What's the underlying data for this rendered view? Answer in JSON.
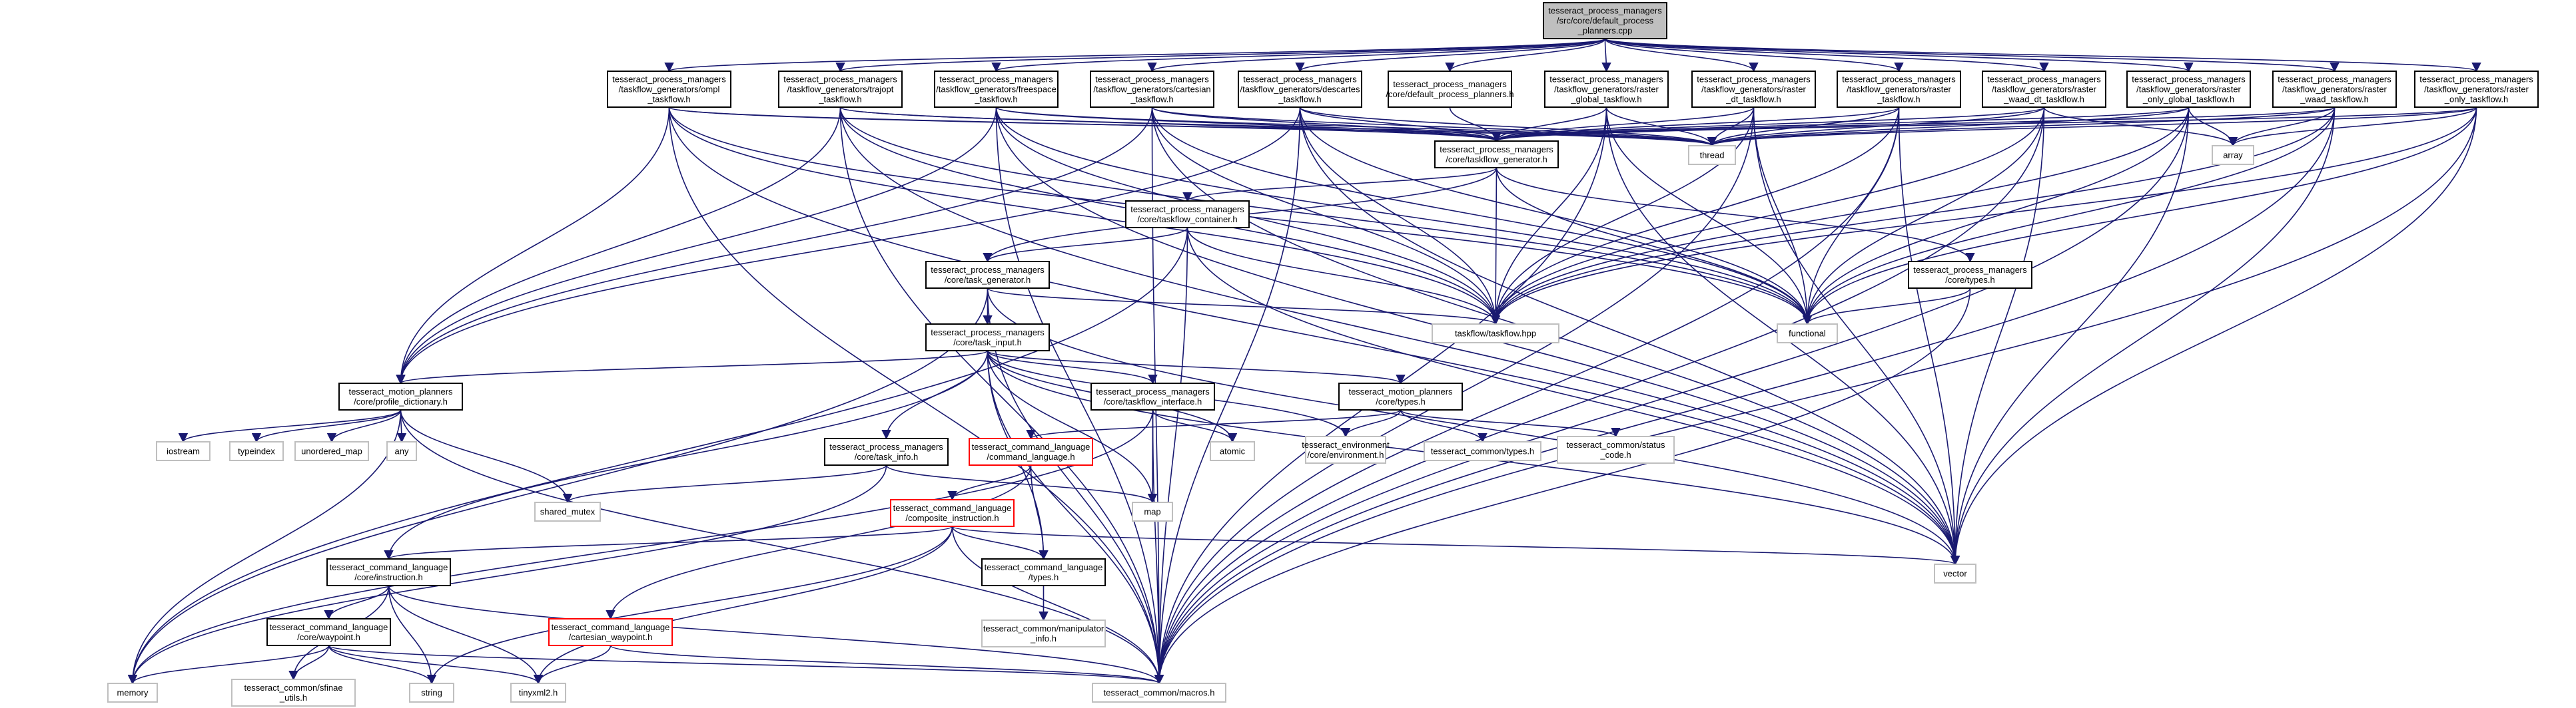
{
  "title": "Include dependency graph for default_process_planners.cpp",
  "colors": {
    "edge": "#191970",
    "root_fill": "#bfbfbf",
    "missing_border": "#ff0000",
    "external_border": "#bfbfbf"
  },
  "nodes": {
    "root": {
      "lines": [
        "tesseract_process_managers",
        "/src/core/default_process",
        "_planners.cpp"
      ],
      "kind": "root"
    },
    "ompl": {
      "lines": [
        "tesseract_process_managers",
        "/taskflow_generators/ompl",
        "_taskflow.h"
      ],
      "kind": "normal"
    },
    "trajopt": {
      "lines": [
        "tesseract_process_managers",
        "/taskflow_generators/trajopt",
        "_taskflow.h"
      ],
      "kind": "normal"
    },
    "freespace": {
      "lines": [
        "tesseract_process_managers",
        "/taskflow_generators/freespace",
        "_taskflow.h"
      ],
      "kind": "normal"
    },
    "cartesian": {
      "lines": [
        "tesseract_process_managers",
        "/taskflow_generators/cartesian",
        "_taskflow.h"
      ],
      "kind": "normal"
    },
    "descartes": {
      "lines": [
        "tesseract_process_managers",
        "/taskflow_generators/descartes",
        "_taskflow.h"
      ],
      "kind": "normal"
    },
    "dpp": {
      "lines": [
        "tesseract_process_managers",
        "/core/default_process_planners.h"
      ],
      "kind": "normal"
    },
    "rgt": {
      "lines": [
        "tesseract_process_managers",
        "/taskflow_generators/raster",
        "_global_taskflow.h"
      ],
      "kind": "normal"
    },
    "rdt": {
      "lines": [
        "tesseract_process_managers",
        "/taskflow_generators/raster",
        "_dt_taskflow.h"
      ],
      "kind": "normal"
    },
    "rt": {
      "lines": [
        "tesseract_process_managers",
        "/taskflow_generators/raster",
        "_taskflow.h"
      ],
      "kind": "normal"
    },
    "rwdt": {
      "lines": [
        "tesseract_process_managers",
        "/taskflow_generators/raster",
        "_waad_dt_taskflow.h"
      ],
      "kind": "normal"
    },
    "rogt": {
      "lines": [
        "tesseract_process_managers",
        "/taskflow_generators/raster",
        "_only_global_taskflow.h"
      ],
      "kind": "normal"
    },
    "rwt": {
      "lines": [
        "tesseract_process_managers",
        "/taskflow_generators/raster",
        "_waad_taskflow.h"
      ],
      "kind": "normal"
    },
    "rot": {
      "lines": [
        "tesseract_process_managers",
        "/taskflow_generators/raster",
        "_only_taskflow.h"
      ],
      "kind": "normal"
    },
    "tgen": {
      "lines": [
        "tesseract_process_managers",
        "/core/taskflow_generator.h"
      ],
      "kind": "normal"
    },
    "thread": {
      "lines": [
        "thread"
      ],
      "kind": "external"
    },
    "array": {
      "lines": [
        "array"
      ],
      "kind": "external"
    },
    "tcont": {
      "lines": [
        "tesseract_process_managers",
        "/core/taskflow_container.h"
      ],
      "kind": "normal"
    },
    "task_gen": {
      "lines": [
        "tesseract_process_managers",
        "/core/task_generator.h"
      ],
      "kind": "normal"
    },
    "types": {
      "lines": [
        "tesseract_process_managers",
        "/core/types.h"
      ],
      "kind": "normal"
    },
    "taskflow": {
      "lines": [
        "taskflow/taskflow.hpp"
      ],
      "kind": "external"
    },
    "functional": {
      "lines": [
        "functional"
      ],
      "kind": "external"
    },
    "task_input": {
      "lines": [
        "tesseract_process_managers",
        "/core/task_input.h"
      ],
      "kind": "normal"
    },
    "profile": {
      "lines": [
        "tesseract_motion_planners",
        "/core/profile_dictionary.h"
      ],
      "kind": "normal"
    },
    "tiface": {
      "lines": [
        "tesseract_process_managers",
        "/core/taskflow_interface.h"
      ],
      "kind": "normal"
    },
    "mp_types": {
      "lines": [
        "tesseract_motion_planners",
        "/core/types.h"
      ],
      "kind": "normal"
    },
    "iostream": {
      "lines": [
        "iostream"
      ],
      "kind": "external"
    },
    "typeindex": {
      "lines": [
        "typeindex"
      ],
      "kind": "external"
    },
    "umap": {
      "lines": [
        "unordered_map"
      ],
      "kind": "external"
    },
    "any": {
      "lines": [
        "any"
      ],
      "kind": "external"
    },
    "atomic": {
      "lines": [
        "atomic"
      ],
      "kind": "external"
    },
    "env": {
      "lines": [
        "tesseract_environment",
        "/core/environment.h"
      ],
      "kind": "external"
    },
    "ctypes": {
      "lines": [
        "tesseract_common/types.h"
      ],
      "kind": "external"
    },
    "status": {
      "lines": [
        "tesseract_common/status",
        "_code.h"
      ],
      "kind": "external"
    },
    "task_info": {
      "lines": [
        "tesseract_process_managers",
        "/core/task_info.h"
      ],
      "kind": "normal"
    },
    "cmdlang": {
      "lines": [
        "tesseract_command_language",
        "/command_language.h"
      ],
      "kind": "missing"
    },
    "shmutex": {
      "lines": [
        "shared_mutex"
      ],
      "kind": "external"
    },
    "map": {
      "lines": [
        "map"
      ],
      "kind": "external"
    },
    "composite": {
      "lines": [
        "tesseract_command_language",
        "/composite_instruction.h"
      ],
      "kind": "missing"
    },
    "instruction": {
      "lines": [
        "tesseract_command_language",
        "/core/instruction.h"
      ],
      "kind": "normal"
    },
    "cl_types": {
      "lines": [
        "tesseract_command_language",
        "/types.h"
      ],
      "kind": "normal"
    },
    "vector": {
      "lines": [
        "vector"
      ],
      "kind": "external"
    },
    "waypoint": {
      "lines": [
        "tesseract_command_language",
        "/core/waypoint.h"
      ],
      "kind": "normal"
    },
    "manip": {
      "lines": [
        "tesseract_common/manipulator",
        "_info.h"
      ],
      "kind": "external"
    },
    "cart_wp": {
      "lines": [
        "tesseract_command_language",
        "/cartesian_waypoint.h"
      ],
      "kind": "missing"
    },
    "memory": {
      "lines": [
        "memory"
      ],
      "kind": "external"
    },
    "sfinae": {
      "lines": [
        "tesseract_common/sfinae",
        "_utils.h"
      ],
      "kind": "external"
    },
    "string": {
      "lines": [
        "string"
      ],
      "kind": "external"
    },
    "tinyxml": {
      "lines": [
        "tinyxml2.h"
      ],
      "kind": "external"
    },
    "macros": {
      "lines": [
        "tesseract_common/macros.h"
      ],
      "kind": "external"
    }
  }
}
